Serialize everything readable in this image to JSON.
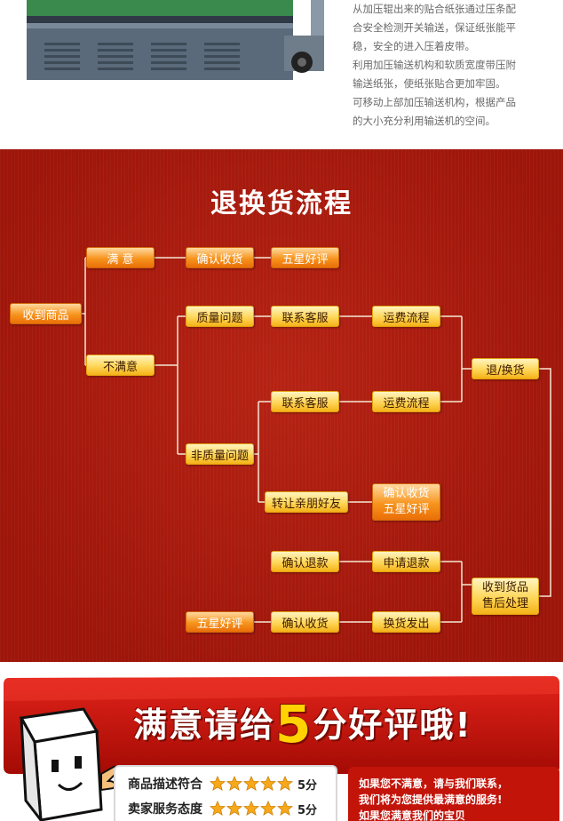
{
  "product": {
    "description": [
      "从加压辊出来的贴合纸张通过压条配",
      "合安全检测开关输送，保证纸张能平",
      "稳，安全的进入压着皮带。",
      "利用加压输送机构和软质宽度带压附",
      "输送纸张，使纸张贴合更加牢固。",
      "可移动上部加压输送机构，根据产品",
      "的大小充分利用输送机的空间。"
    ]
  },
  "flow": {
    "title": "退换货流程",
    "nodes": {
      "received": "收到商品",
      "satisfied": "满 意",
      "unsatisfied": "不满意",
      "confirm_receipt_1": "确认收货",
      "five_star_1": "五星好评",
      "quality_issue": "质量问题",
      "contact_service_1": "联系客服",
      "shipping_flow_1": "运费流程",
      "non_quality_issue": "非质量问题",
      "contact_service_2": "联系客服",
      "shipping_flow_2": "运费流程",
      "transfer_friend": "转让亲朋好友",
      "confirm_receipt_2": "确认收货",
      "five_star_2": "五星好评",
      "return_exchange": "退/换货",
      "confirm_refund": "确认退款",
      "apply_refund": "申请退款",
      "goods_received": "收到货品",
      "after_sales": "售后处理",
      "five_star_3": "五星好评",
      "confirm_receipt_3": "确认收货",
      "exchange_ship": "换货发出"
    }
  },
  "review": {
    "banner_pre": "满意请给",
    "banner_score": "5",
    "banner_post": "分好评哦!",
    "ratings": [
      {
        "label": "商品描述符合",
        "stars": 5,
        "score": "5分"
      },
      {
        "label": "卖家服务态度",
        "stars": 5,
        "score": "5分"
      }
    ],
    "note_lines": [
      "如果您不满意，请与我们联系，",
      "我们将为您提供最满意的服务!",
      "如果您满意我们的宝贝"
    ]
  },
  "colors": {
    "flow_bg": "#a8180c",
    "node_yellow": "#ffd659",
    "node_orange": "#f7941d",
    "banner_red": "#c3140a",
    "star": "#f7a81b"
  }
}
